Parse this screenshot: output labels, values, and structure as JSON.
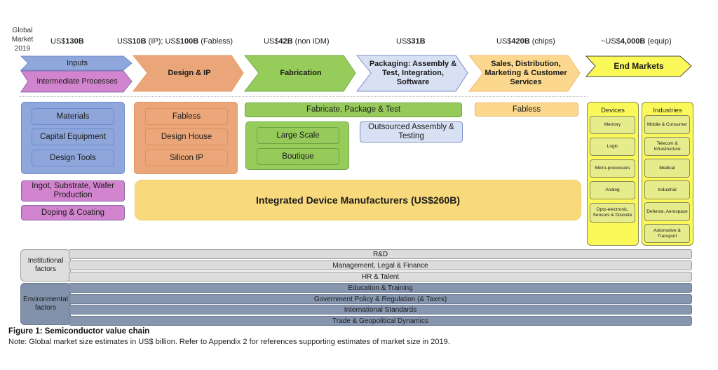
{
  "header": {
    "global_market_label": "Global Market 2019",
    "global_market_lines": [
      "Global",
      "Market",
      "2019"
    ],
    "market_sizes": [
      {
        "prefix": "US$",
        "bold": "130B",
        "suffix": ""
      },
      {
        "prefix": "US$",
        "bold": "10B",
        "suffix": " (IP); US$",
        "bold2": "100B",
        "suffix2": " (Fabless)"
      },
      {
        "prefix": "US$",
        "bold": "42B",
        "suffix": " (non IDM)"
      },
      {
        "prefix": "US$",
        "bold": "31B",
        "suffix": ""
      },
      {
        "prefix": "US$",
        "bold": "420B",
        "suffix": " (chips)"
      },
      {
        "prefix": "~US$",
        "bold": "4,000B",
        "suffix": " (equip)"
      }
    ]
  },
  "stages": {
    "inputs": "Inputs",
    "intermediate": "Intermediate Processes",
    "design": "Design & IP",
    "fabrication": "Fabrication",
    "packaging": "Packaging: Assembly & Test, Integration, Software",
    "sales": "Sales, Distribution, Marketing & Customer Services",
    "end_markets": "End Markets"
  },
  "inputs_group": [
    "Materials",
    "Capital Equipment",
    "Design Tools"
  ],
  "intermediate_group": [
    "Ingot, Substrate, Wafer Production",
    "Doping & Coating"
  ],
  "design_group": [
    "Fabless",
    "Design House",
    "Silicon IP"
  ],
  "fab_group": {
    "header": "Fabricate, Package & Test",
    "items": [
      "Large Scale",
      "Boutique"
    ],
    "osat": "Outsourced Assembly & Testing"
  },
  "sales_group": {
    "fabless": "Fabless"
  },
  "idm": "Integrated Device Manufacturers (US$260B)",
  "end_markets": {
    "devices": {
      "title": "Devices",
      "items": [
        "Memory",
        "Logic",
        "Micro-processors",
        "Analog",
        "Opto-electronic, Sensors & Discrete"
      ]
    },
    "industries": {
      "title": "Industries",
      "items": [
        "Mobile & Consumer",
        "Telecom & Infrastructure",
        "Medical",
        "Industrial",
        "Defence, Aerospace",
        "Automotive & Transport"
      ]
    }
  },
  "factors": {
    "institutional": {
      "label": "Institutional factors",
      "bars": [
        "R&D",
        "Management, Legal & Finance",
        "HR & Talent"
      ]
    },
    "environmental": {
      "label": "Environmental factors",
      "bars": [
        "Education & Training",
        "Government Policy & Regulation (& Taxes)",
        "International Standards",
        "Trade & Geopolitical Dynamics"
      ]
    }
  },
  "caption": {
    "title": "Figure 1: Semiconductor value chain",
    "note": "Note: Global market size estimates in US$ billion. Refer to Appendix 2 for references supporting estimates of market size in 2019."
  },
  "colors": {
    "inputs": "#8fa7da",
    "intermediate": "#d384cf",
    "design": "#eaa678",
    "fabrication": "#96cc5a",
    "packaging": "#d8e0f3",
    "sales": "#fbd88e",
    "end_markets": "#fbf85a",
    "institutional": "#dcdcdc",
    "environmental": "#8796af"
  }
}
